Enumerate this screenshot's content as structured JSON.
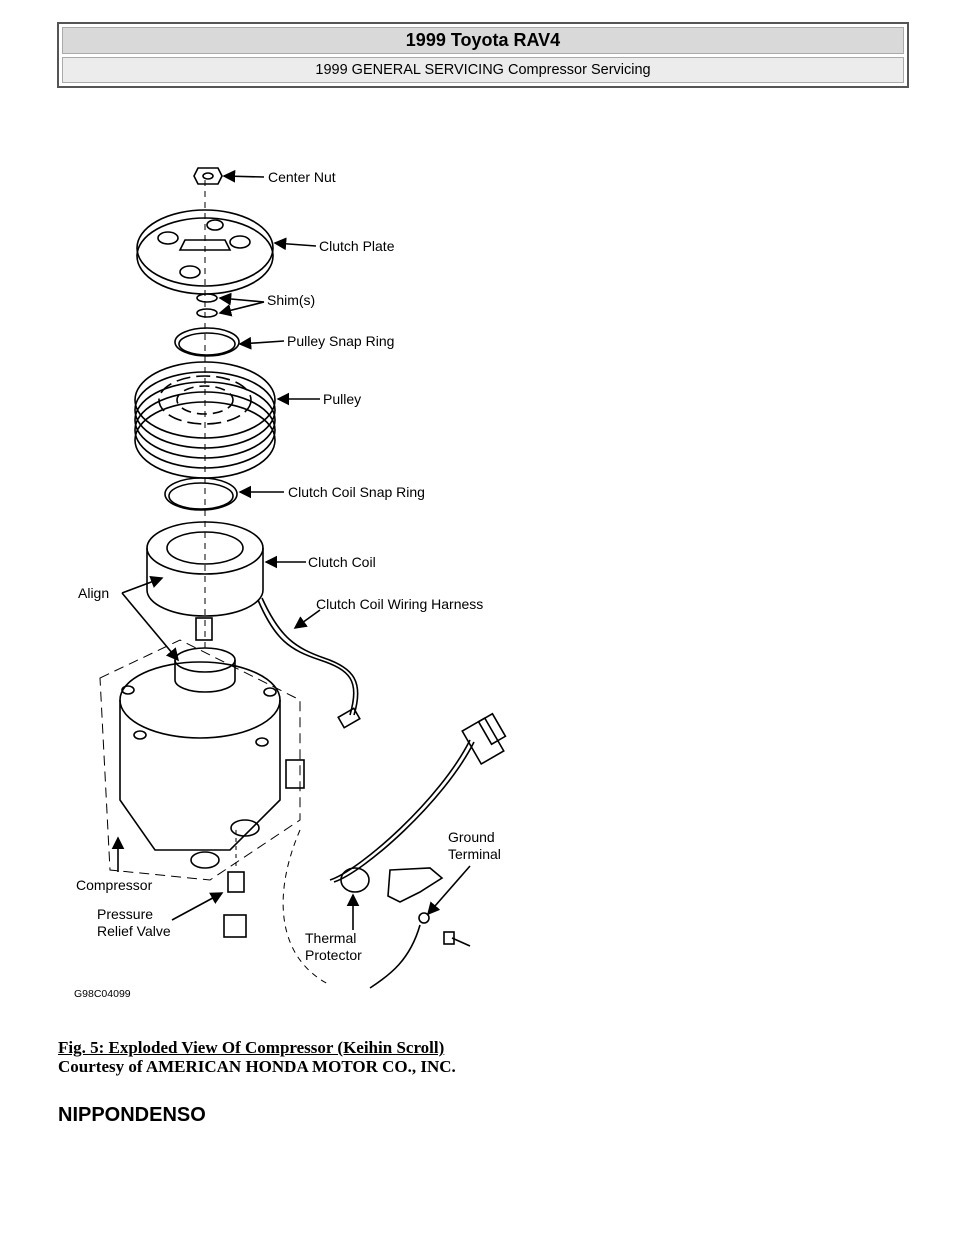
{
  "header": {
    "title": "1999 Toyota RAV4",
    "subtitle": "1999 GENERAL SERVICING Compressor Servicing"
  },
  "figure": {
    "labels": {
      "center_nut": "Center Nut",
      "clutch_plate": "Clutch Plate",
      "shims": "Shim(s)",
      "pulley_snap_ring": "Pulley Snap Ring",
      "pulley": "Pulley",
      "clutch_coil_snap_ring": "Clutch Coil Snap Ring",
      "clutch_coil": "Clutch Coil",
      "align": "Align",
      "wiring_harness": "Clutch Coil Wiring Harness",
      "ground_terminal_1": "Ground",
      "ground_terminal_2": "Terminal",
      "compressor": "Compressor",
      "pressure_relief_1": "Pressure",
      "pressure_relief_2": "Relief Valve",
      "thermal_protector_1": "Thermal",
      "thermal_protector_2": "Protector"
    },
    "code": "G98C04099"
  },
  "caption": "Fig. 5: Exploded View Of Compressor (Keihin Scroll)",
  "courtesy": "Courtesy of AMERICAN HONDA MOTOR CO., INC.",
  "section_heading": "NIPPONDENSO"
}
